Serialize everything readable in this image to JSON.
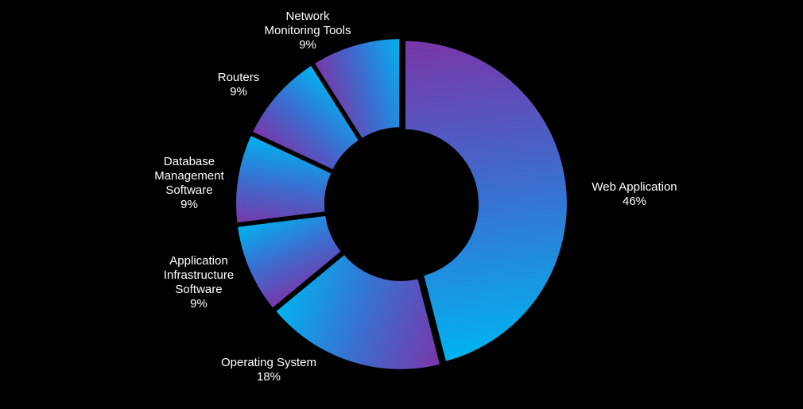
{
  "chart_data": {
    "type": "pie",
    "variant": "donut",
    "categories": [
      "Web Application",
      "Operating System",
      "Application Infrastructure Software",
      "Database Management Software",
      "Routers",
      "Network Monitoring Tools"
    ],
    "values": [
      46,
      18,
      9,
      9,
      9,
      9
    ],
    "value_labels": [
      "46%",
      "18%",
      "9%",
      "9%",
      "9%",
      "9%"
    ],
    "label_lines": [
      [
        "Web Application"
      ],
      [
        "Operating System"
      ],
      [
        "Application",
        "Infrastructure",
        "Software"
      ],
      [
        "Database",
        "Management",
        "Software"
      ],
      [
        "Routers"
      ],
      [
        "Network",
        "Monitoring Tools"
      ]
    ],
    "legend": "none",
    "colors": {
      "background": "#000000",
      "gradient_start": "#7a35a8",
      "gradient_mid": "#3a6fd0",
      "gradient_end": "#00b4f0",
      "label": "#ffffff"
    }
  }
}
